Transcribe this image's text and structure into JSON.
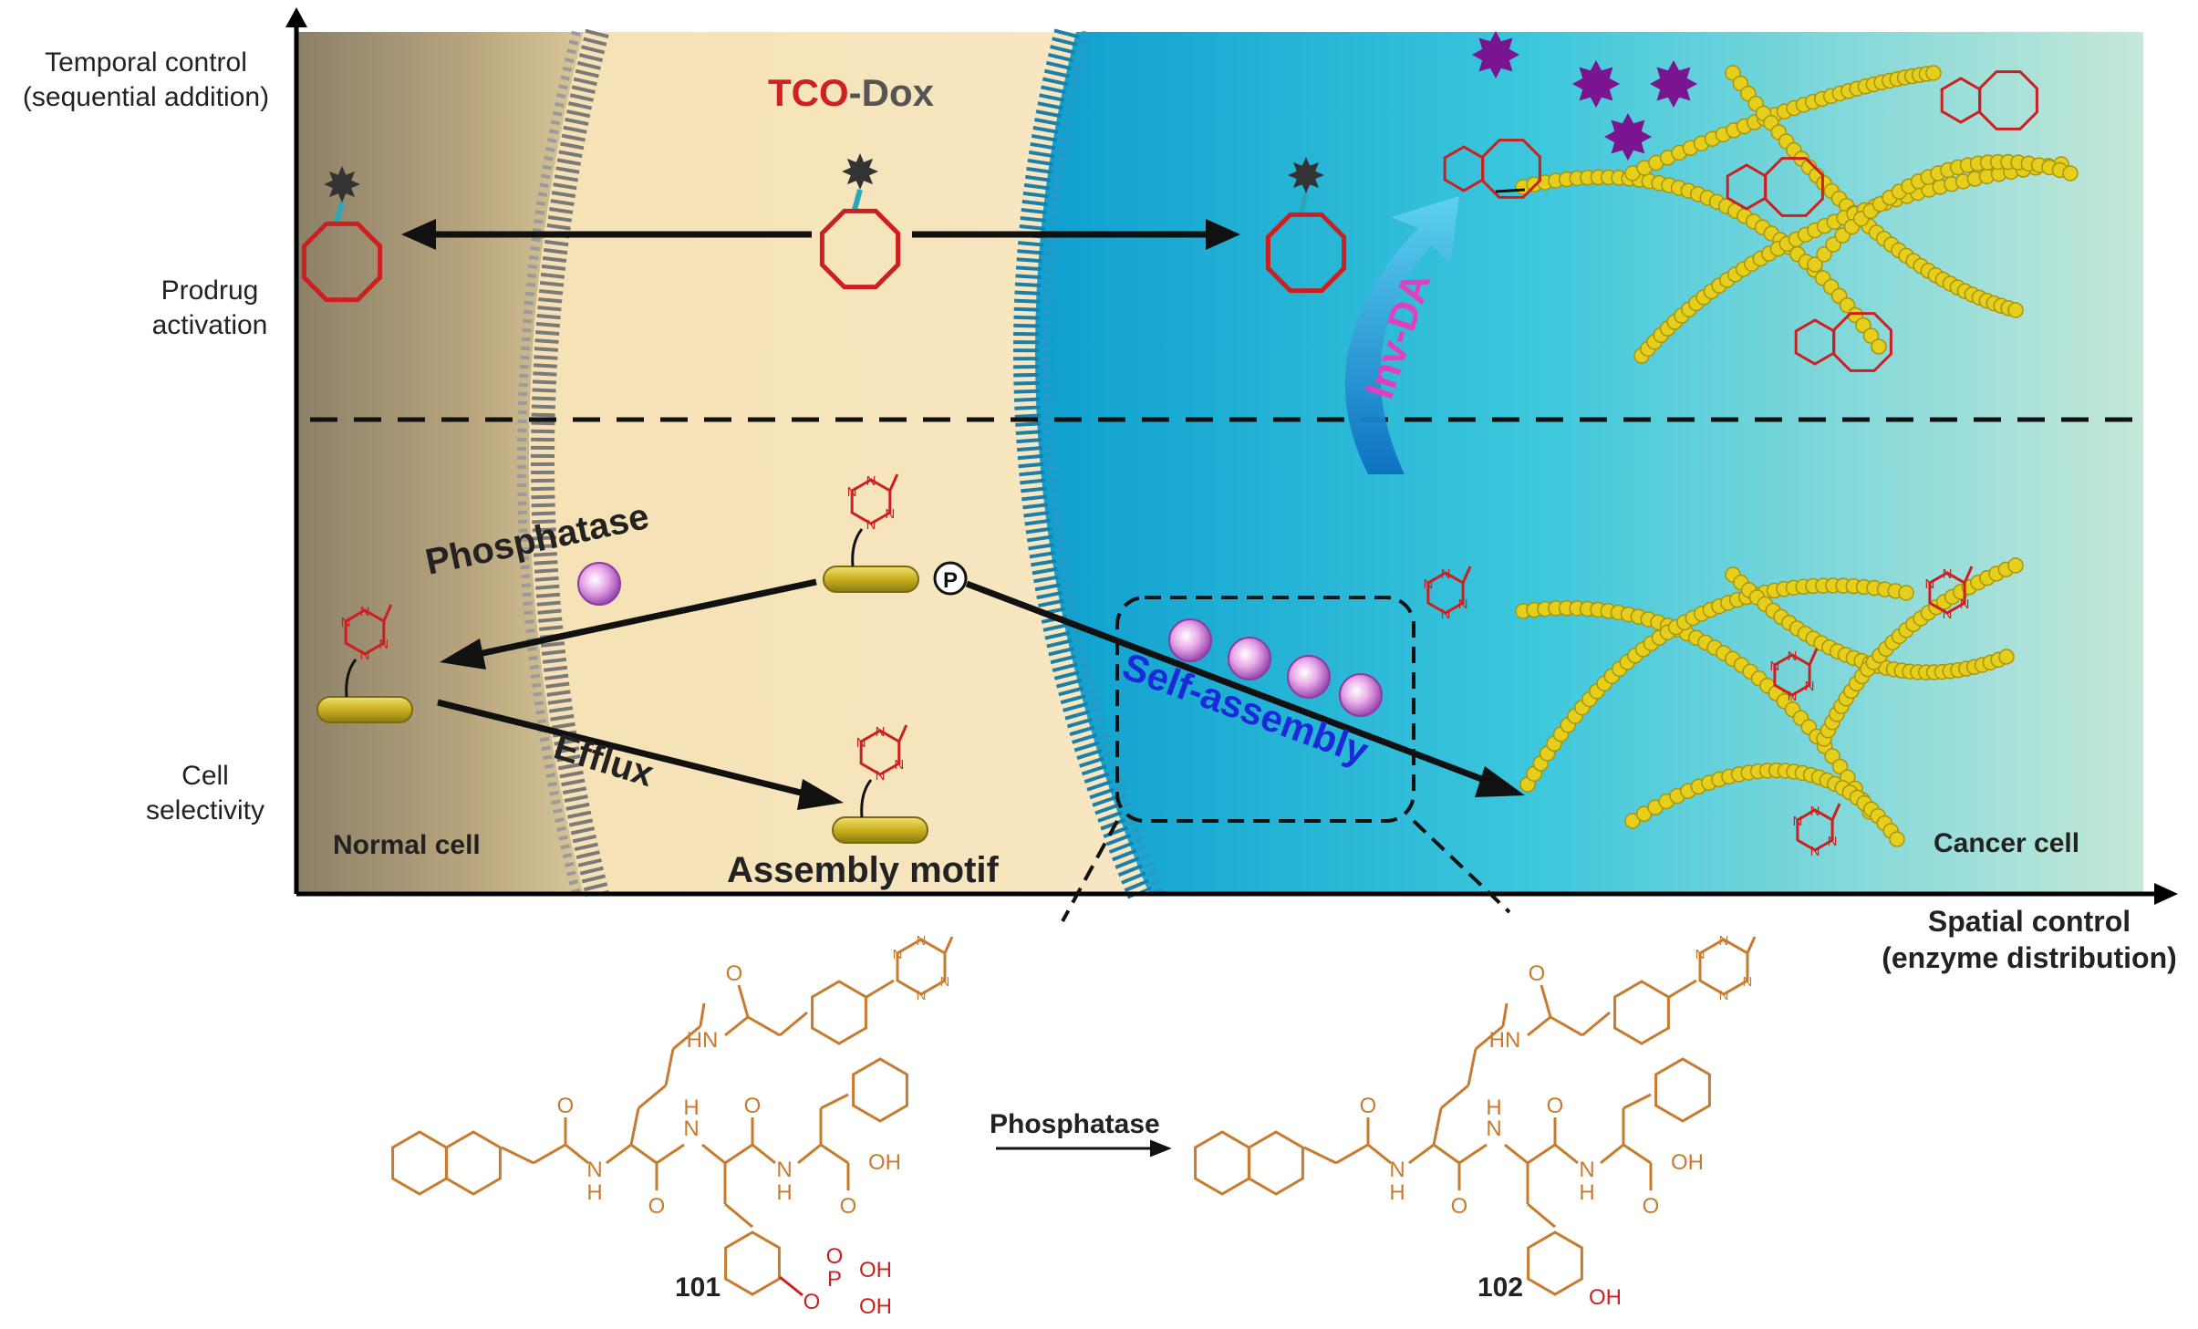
{
  "axes": {
    "y_labels": {
      "temporal_control": [
        "Temporal control",
        "(sequential addition)"
      ],
      "prodrug_activation": [
        "Prodrug",
        "activation"
      ],
      "cell_selectivity": [
        "Cell",
        "selectivity"
      ]
    },
    "x_label": [
      "Spatial control",
      "(enzyme distribution)"
    ]
  },
  "prodrug": {
    "part1": "TCO",
    "part2": "-Dox"
  },
  "labels": {
    "phosphatase": "Phosphatase",
    "efflux": "Efflux",
    "assembly_motif": "Assembly motif",
    "self_assembly": "Self-assembly",
    "inv_da": "Inv-DA",
    "normal_cell": "Normal cell",
    "cancer_cell": "Cancer cell",
    "phosphate_symbol": "P"
  },
  "chemistry": {
    "compound_a": "101",
    "compound_b": "102",
    "reaction_label": "Phosphatase",
    "atoms": {
      "N": "N",
      "H": "H",
      "HN": "HN",
      "O": "O",
      "OH": "OH",
      "P": "P"
    }
  },
  "colors": {
    "normal_cell_dark": "#8c8068",
    "medium": "#f6e6c2",
    "cancer_cyan": "#1fb0d8",
    "cancer_light": "#bfe6d6",
    "prodrug_red": "#cc2020",
    "prodrug_gray": "#555555",
    "molecule_orange": "#c87a2e",
    "fiber_yellow": "#e0c818",
    "drug_purple": "#7a1490",
    "self_assembly_blue": "#1a2ad8",
    "inv_da_pink": "#e040c0"
  }
}
